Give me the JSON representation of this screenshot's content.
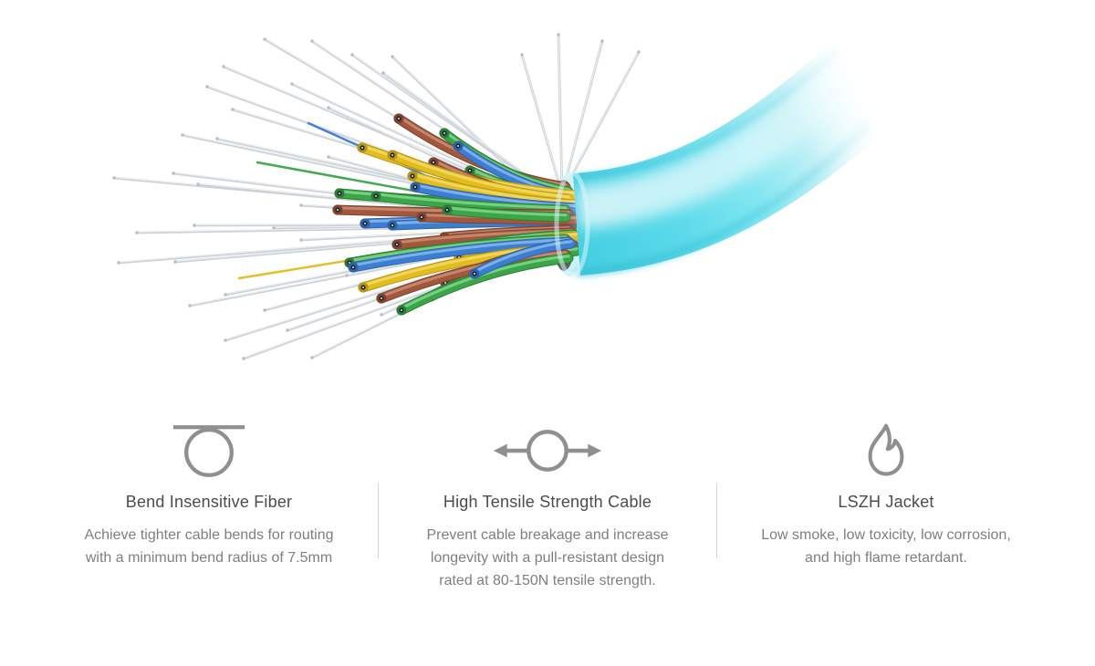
{
  "illustration": {
    "name": "fiber-breakout-cable-image",
    "jacket_color": "#52d6e7",
    "jacket_gradient": [
      "#45cfe2",
      "#5cdaea",
      "#84e6f1",
      "#bff0f6"
    ],
    "jacket_edge_color": "#35bfd4",
    "tube_colors": {
      "g": {
        "m": "#3ba648",
        "d": "#2c7d37",
        "l": "#84d68d"
      },
      "b": {
        "m": "#3c7ed2",
        "d": "#2f63a8",
        "l": "#8ab8ec"
      },
      "r": {
        "m": "#a3573d",
        "d": "#7e4430",
        "l": "#c98f74"
      },
      "y": {
        "m": "#e3bd1e",
        "d": "#b5961a",
        "l": "#f2da6a"
      }
    },
    "strand_color": "#cbd1d6",
    "strand_highlight": "#f4f6f7"
  },
  "features": [
    {
      "icon": "bend-radius-icon",
      "title": "Bend Insensitive Fiber",
      "description": "Achieve tighter cable bends for routing with a minimum bend radius of 7.5mm"
    },
    {
      "icon": "tensile-strength-icon",
      "title": "High Tensile Strength Cable",
      "description": "Prevent cable breakage and increase longevity with a pull-resistant design rated at 80-150N tensile strength."
    },
    {
      "icon": "flame-icon",
      "title": "LSZH Jacket",
      "description": "Low smoke, low toxicity, low corrosion, and high flame retardant."
    }
  ]
}
